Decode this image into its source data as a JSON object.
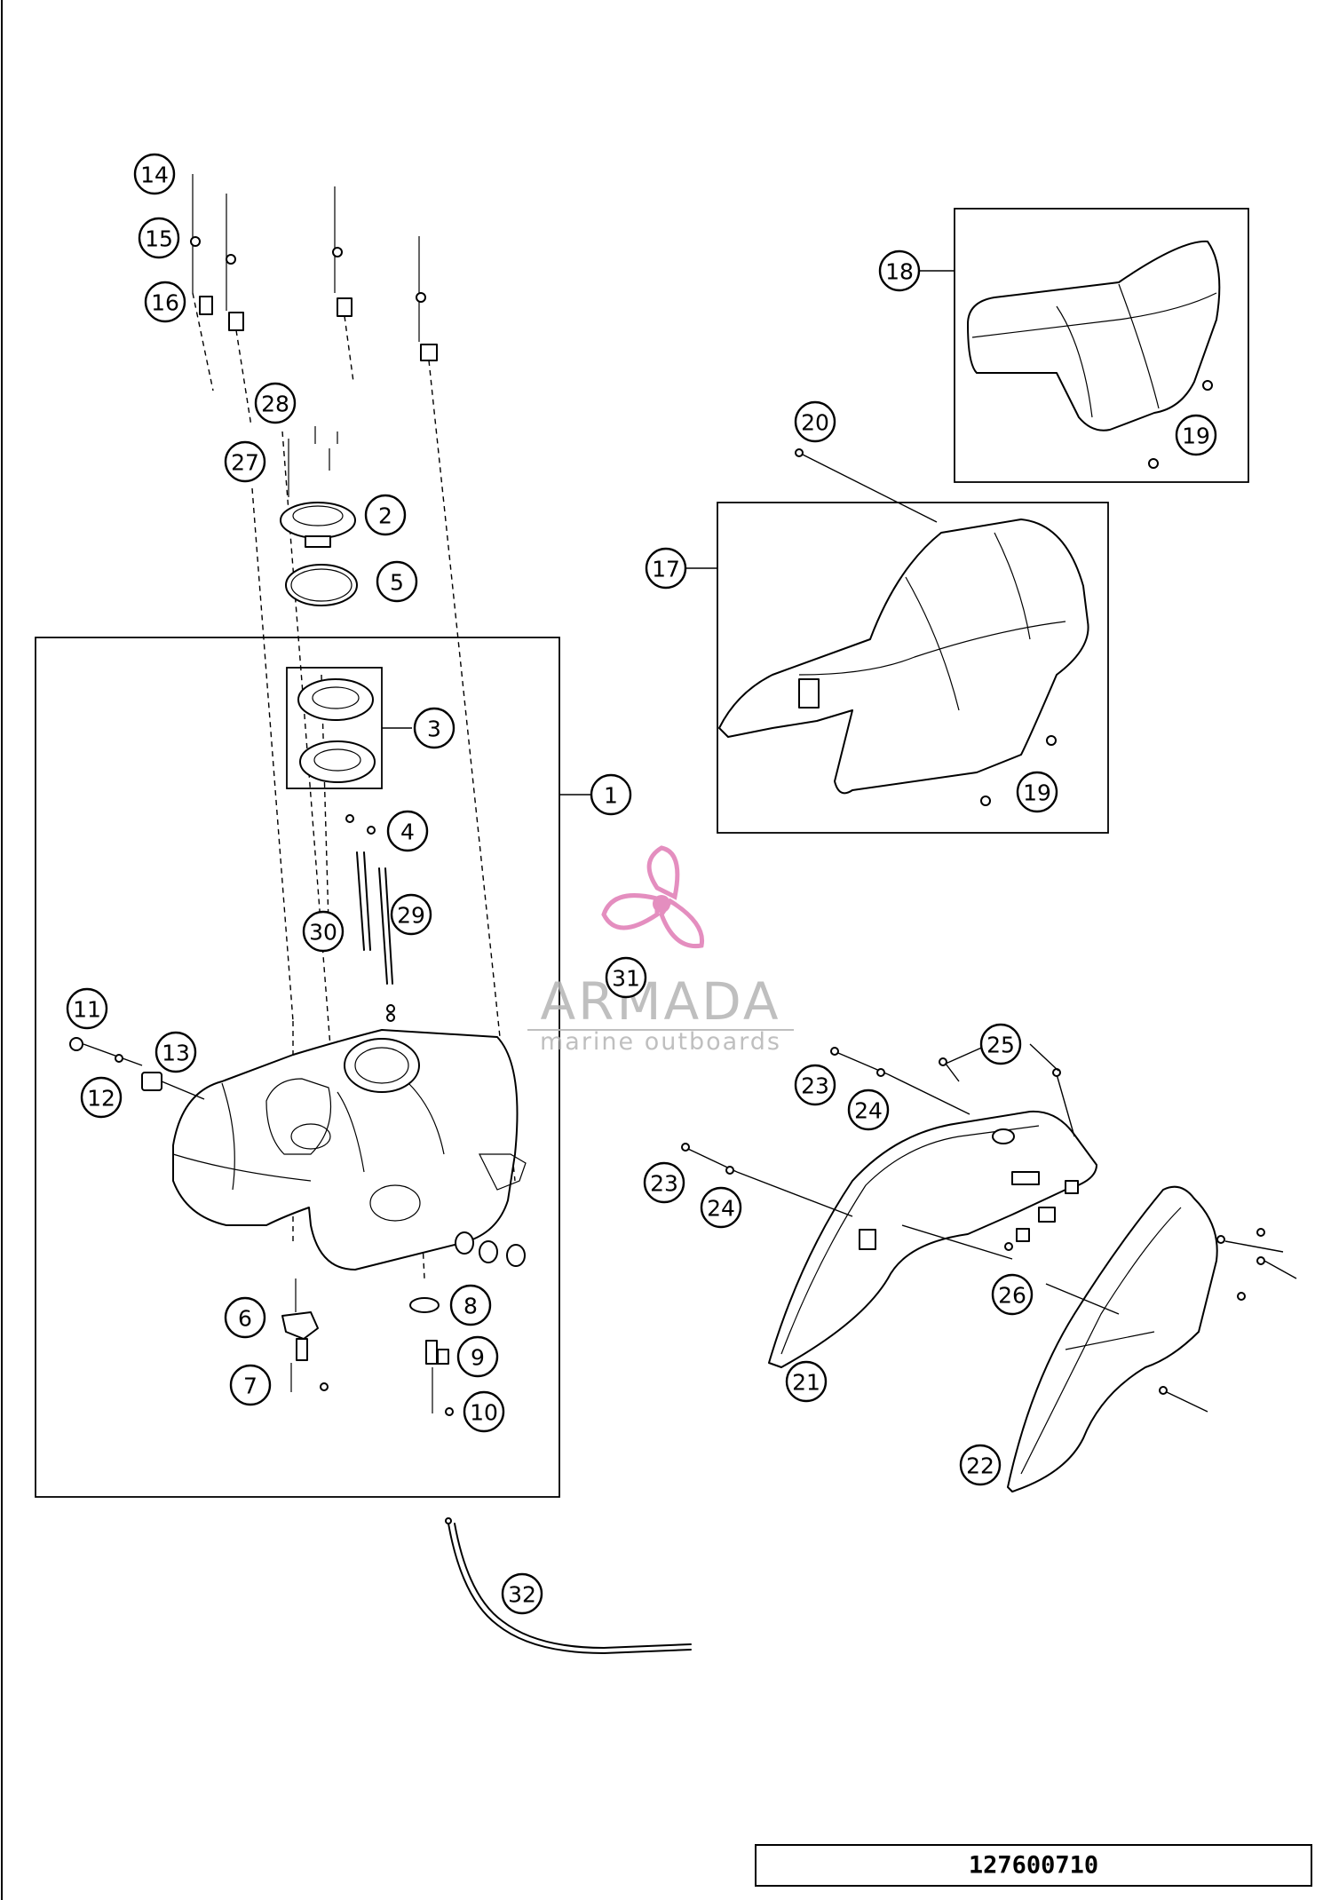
{
  "document_code": "127600710",
  "watermark": {
    "name": "ARMADA",
    "subtitle": "marine outboards",
    "color": "#b5b5b5",
    "accent": "#e07bb5"
  },
  "callouts": [
    "1",
    "2",
    "3",
    "4",
    "5",
    "6",
    "7",
    "8",
    "9",
    "10",
    "11",
    "12",
    "13",
    "14",
    "15",
    "16",
    "17",
    "18",
    "19",
    "19",
    "20",
    "21",
    "22",
    "23",
    "23",
    "24",
    "24",
    "25",
    "26",
    "27",
    "28",
    "29",
    "30",
    "31",
    "32"
  ]
}
